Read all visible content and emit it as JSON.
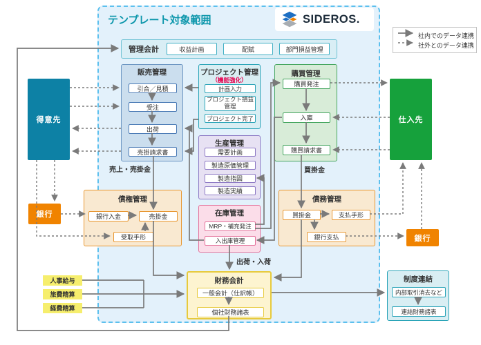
{
  "title": "テンプレート対象範囲",
  "logo": {
    "brand": "SIDEROS."
  },
  "legend": {
    "internal": "社内でのデータ連携",
    "external": "社外とのデータ連携"
  },
  "entities": {
    "customer": "得意先",
    "supplier": "仕入先",
    "bank_left": "銀行",
    "bank_right": "銀行"
  },
  "modules": {
    "management_accounting": {
      "title": "管理会計",
      "items": [
        "収益計画",
        "配賦",
        "部門損益管理"
      ]
    },
    "sales": {
      "title": "販売管理",
      "items": [
        "引合／見積",
        "受注",
        "出荷",
        "売掛請求書"
      ],
      "footer": "売上・売掛金"
    },
    "project": {
      "title": "プロジェクト管理",
      "subtitle": "（機能強化）",
      "items": [
        "計画入力",
        "プロジェクト損益管理",
        "プロジェクト完了"
      ]
    },
    "production": {
      "title": "生産管理",
      "items": [
        "需要計画",
        "製造原価管理",
        "製造指図",
        "製造実績"
      ]
    },
    "inventory": {
      "title": "在庫管理",
      "items": [
        "MRP・補充発注",
        "入出庫管理"
      ],
      "footer": "出荷・入荷"
    },
    "purchasing": {
      "title": "購買管理",
      "items": [
        "購買発注",
        "入庫",
        "購買請求書"
      ],
      "footer": "買掛金"
    },
    "receivables": {
      "title": "債権管理",
      "items": [
        "銀行入金",
        "売掛金",
        "受取手形"
      ]
    },
    "payables": {
      "title": "債務管理",
      "items": [
        "買掛金",
        "支払手形",
        "銀行支払"
      ]
    },
    "financial_accounting": {
      "title": "財務会計",
      "items": [
        "一般会計（仕訳帳）",
        "個社財務諸表"
      ]
    },
    "consolidation": {
      "title": "制度連結",
      "items": [
        "内部取引消去など",
        "連結財務諸表"
      ]
    },
    "external_systems": [
      "人事給与",
      "旅費精算",
      "経費精算"
    ]
  },
  "colors": {
    "page-bg": "#ffffff",
    "area-bg": "#e3f1fb",
    "area-border": "#5cc0ee",
    "title": "#0b96ab",
    "text": "#333333",
    "arrow": "#7a7a7a",
    "mgmt-bg": "#d9eef5",
    "mgmt-border": "#6fc2d4",
    "mgmt-sub": "#3fafc4",
    "sales-bg": "#cbdeee",
    "sales-border": "#6b95c2",
    "sales-sub": "#4a7ab5",
    "project-bg": "#d9eef3",
    "project-border": "#2ba4b8",
    "project-note": "#e5004f",
    "production-bg": "#e7e1f3",
    "production-border": "#8e7ac5",
    "inventory-bg": "#fbdde9",
    "inventory-border": "#e4719a",
    "purchasing-bg": "#d8ecd8",
    "purchasing-border": "#44a55e",
    "finance-bg": "#f9e9d1",
    "finance-border": "#e8962f",
    "acct-bg": "#fdf4d0",
    "acct-border": "#e7ca3c",
    "consol-bg": "#d9eef3",
    "consol-border": "#2ba4b8",
    "hr-bg": "#f6ee6d",
    "customer": "#0d81a5",
    "supplier": "#16a13c",
    "bank": "#f08300",
    "logo-text": "#1b2a38",
    "logo-blue": "#1d6fc3",
    "logo-orange": "#ee8100",
    "logo-gray": "#a8adb2"
  }
}
